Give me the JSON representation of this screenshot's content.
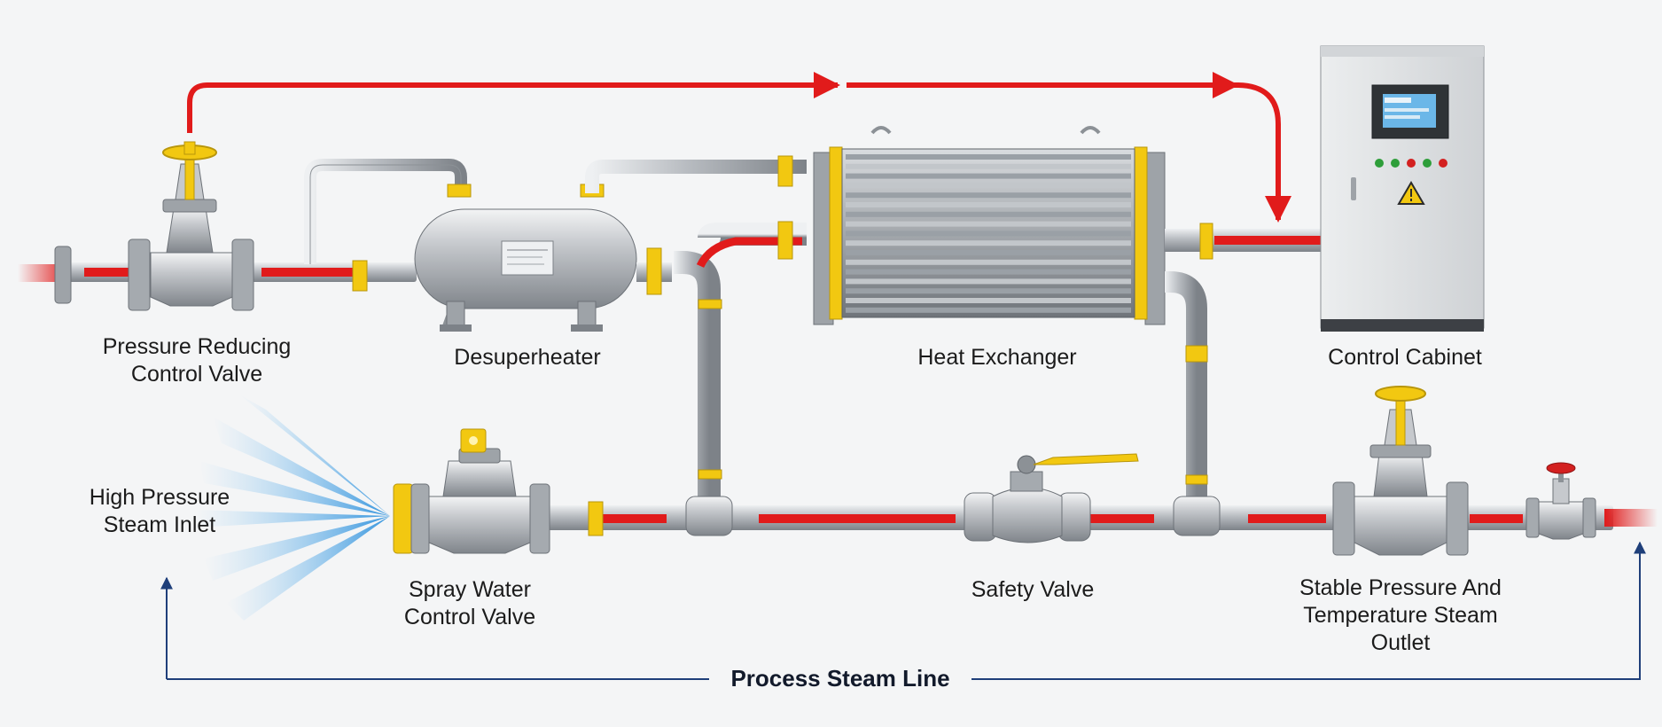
{
  "colors": {
    "steam_red": "#e11b1b",
    "pipe_steel": "#a8acb1",
    "flange_yellow": "#f2c811",
    "arrow_blue": "#1f3f7a",
    "cabinet_panel": "#dfe1e3",
    "background": "#f4f5f6"
  },
  "labels": {
    "pressure_reducing_valve": "Pressure Reducing\nControl Valve",
    "desuperheater": "Desuperheater",
    "heat_exchanger": "Heat Exchanger",
    "control_cabinet": "Control Cabinet",
    "high_pressure_inlet": "High Pressure\nSteam Inlet",
    "spray_water_valve": "Spray Water\nControl Valve",
    "safety_valve": "Safety Valve",
    "steam_outlet": "Stable Pressure And\nTemperature Steam\nOutlet",
    "process_steam_line": "Process Steam Line"
  },
  "icons": {
    "warning": "warning-triangle-icon",
    "valve_handwheel": "handwheel-icon",
    "spray_fan": "steam-spray-icon"
  }
}
